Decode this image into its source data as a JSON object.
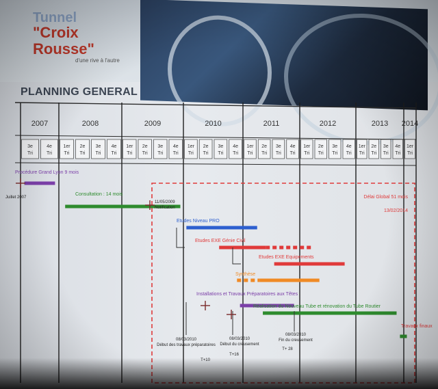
{
  "brand": {
    "line1": "Tunnel",
    "line2": "\"Croix Rousse\"",
    "tagline": "d'une rive à l'autre"
  },
  "title": "PLANNING GENERAL",
  "years": [
    "2007",
    "2008",
    "2009",
    "2010",
    "2011",
    "2012",
    "2013",
    "2014"
  ],
  "quarters": [
    "3e Tri",
    "4e Tri",
    "1er Tri",
    "2e Tri",
    "3e Tri",
    "4e Tri",
    "1er Tri",
    "2e Tri",
    "3e Tri",
    "4e Tri",
    "1er Tri",
    "2e Tri",
    "3e Tri",
    "4e Tri",
    "1er Tri",
    "2e Tri",
    "3e Tri",
    "4e Tri",
    "1er Tri",
    "2e Tri",
    "3e Tri",
    "4e Tri",
    "1er Tri",
    "2e Tri",
    "3e Tri",
    "4e Tri",
    "1er Tri",
    "2e Tri",
    "3e Tri",
    "4e Tri",
    "1er Tri"
  ],
  "tasks": [
    {
      "label": "Procédure Grand Lyon 9 mois",
      "color": "#7b3fa8",
      "start": 0.1,
      "end": 0.9,
      "label_color": "#7b3fa8"
    },
    {
      "label": "Consultation : 14 mois",
      "color": "#2e8b2e",
      "start": 1.1,
      "end": 2.95,
      "label_color": "#2e8b2e"
    },
    {
      "label": "Etudes Niveau PRO",
      "color": "#2d5fcf",
      "start": 3.05,
      "end": 4.25,
      "label_color": "#2d5fcf"
    },
    {
      "label": "Etudes EXE Génie Civil",
      "color": "#e03a3a",
      "start": 3.6,
      "end": 4.4,
      "dashed_end": 5.2,
      "label_color": "#e03a3a"
    },
    {
      "label": "Etudes EXE Equipements",
      "color": "#e03a3a",
      "start": 4.55,
      "end": 5.8,
      "label_color": "#e03a3a"
    },
    {
      "label": "Synthèse",
      "color": "#f08a25",
      "start": 4.3,
      "end": 5.35,
      "dashed_start": 3.9,
      "label_color": "#f08a25"
    },
    {
      "label": "Installations et Travaux Préparatoires aux Têtes",
      "color": "#7b3fa8",
      "start": 3.95,
      "end": 4.9,
      "label_color": "#7b3fa8"
    },
    {
      "label": "Réalisation du Nouveau Tube et rénovation du Tube Routier",
      "color": "#2e8b2e",
      "start": 4.35,
      "end": 6.85,
      "label_color": "#2e8b2e"
    },
    {
      "label": "Travaux finaux",
      "color": "#2e8b2e",
      "start": 6.92,
      "end": 7.25,
      "label_color": "#e03a3a"
    }
  ],
  "milestones": {
    "juillet2007": "Juillet 2007",
    "notif_date": "11/05/2009",
    "notif_label": "Notification",
    "m1_date": "08/03/2010",
    "m1_label": "Début des travaux préparatoires",
    "m1_t": "T+10",
    "m2_date": "08/03/2010",
    "m2_label": "Début du creusement",
    "m2_t": "T+16",
    "m3_date": "08/03/2010",
    "m3_label": "Fin du creusement",
    "m3_t": "T+ 28"
  },
  "global_delay": {
    "label": "Délai Global 51 mois",
    "date": "13/02/2014"
  },
  "colors": {
    "purple": "#7b3fa8",
    "green": "#2e8b2e",
    "blue": "#2d5fcf",
    "red": "#e03a3a",
    "orange": "#f08a25",
    "title": "#3b4452"
  }
}
